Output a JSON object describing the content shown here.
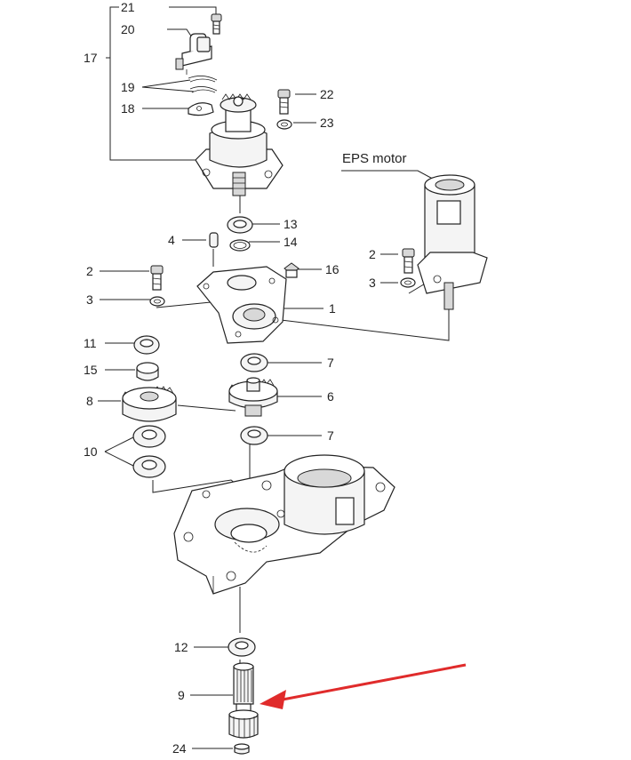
{
  "labels": {
    "p1": "1",
    "p2a": "2",
    "p2b": "2",
    "p3a": "3",
    "p3b": "3",
    "p4": "4",
    "p6": "6",
    "p7a": "7",
    "p7b": "7",
    "p8": "8",
    "p9": "9",
    "p10": "10",
    "p11": "11",
    "p12": "12",
    "p13": "13",
    "p14": "14",
    "p15": "15",
    "p16": "16",
    "p17": "17",
    "p18": "18",
    "p19": "19",
    "p20": "20",
    "p21": "21",
    "p22": "22",
    "p23": "23",
    "p24": "24",
    "eps_motor": "EPS motor"
  },
  "colors": {
    "ink": "#222222",
    "arrow": "#e02b2b"
  }
}
